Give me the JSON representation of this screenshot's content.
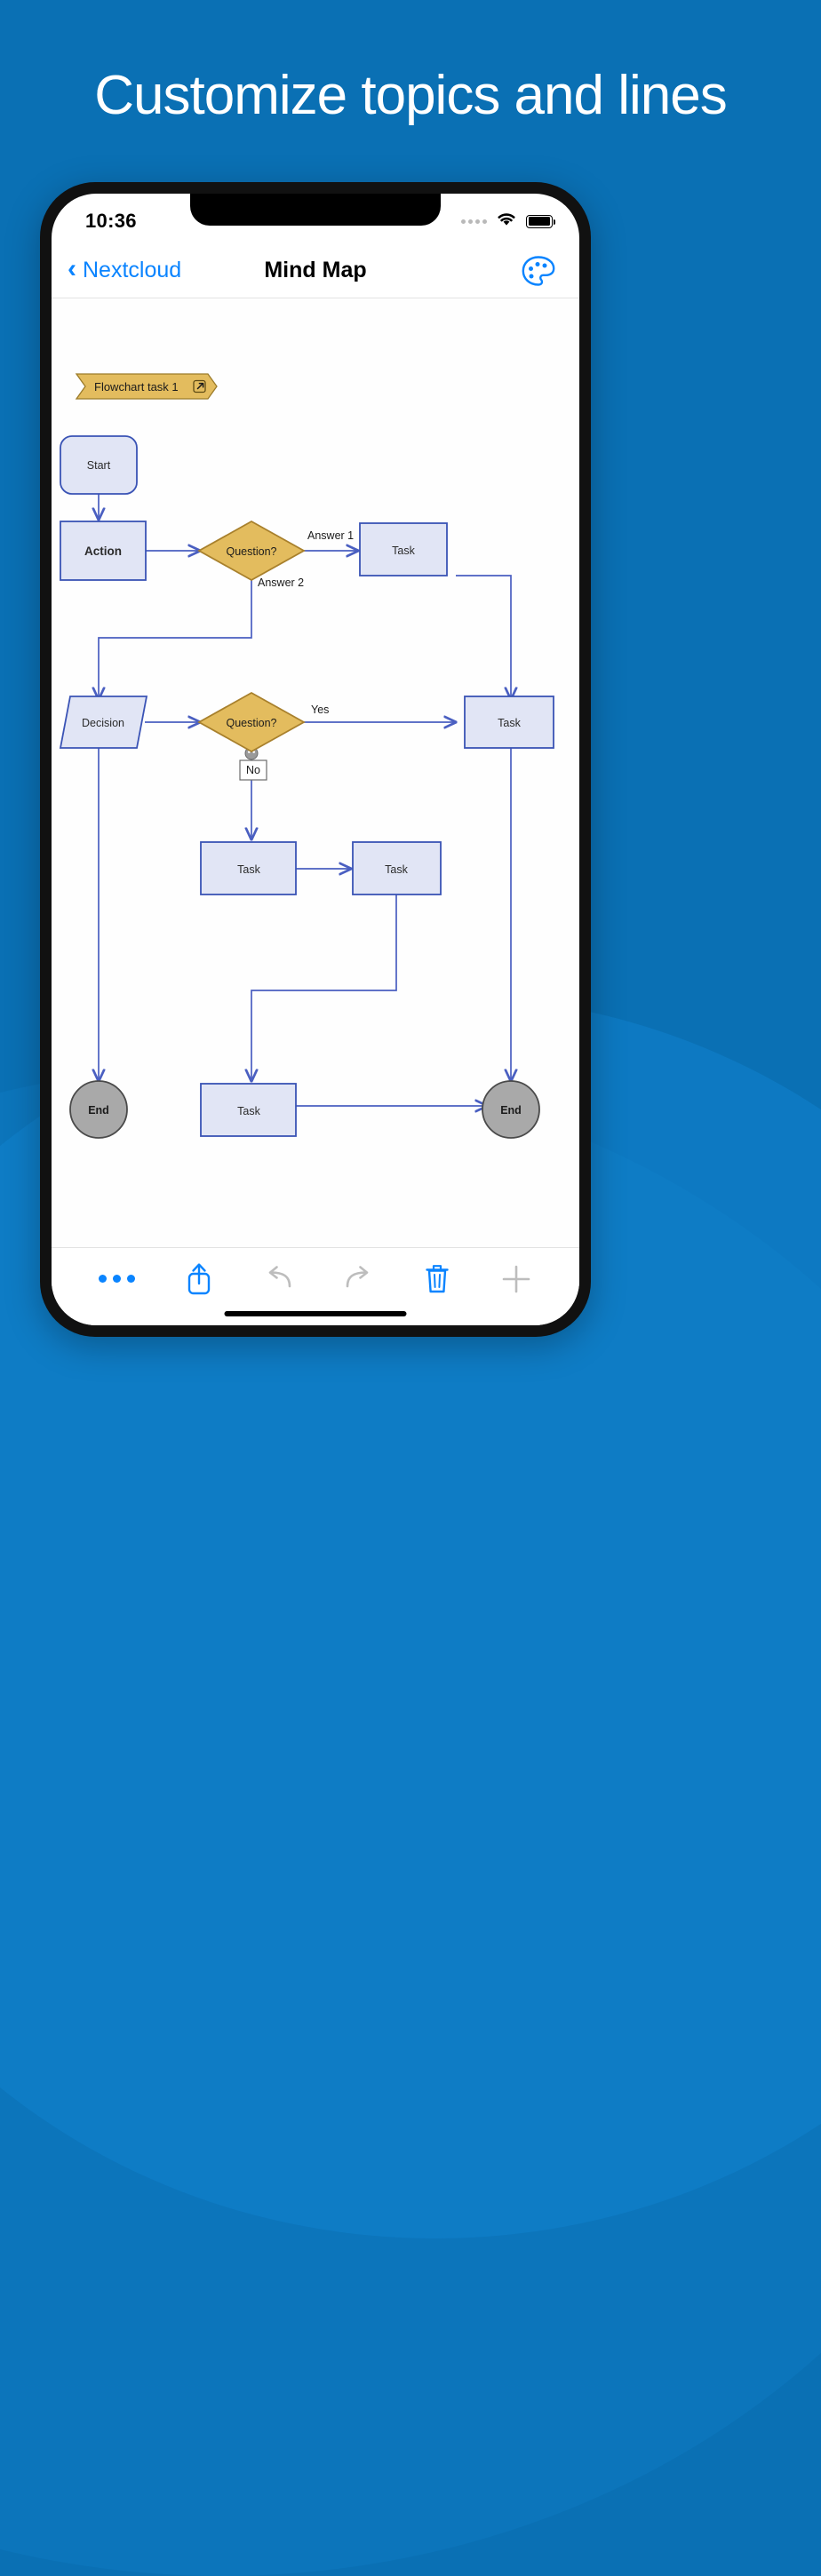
{
  "promo": {
    "headline": "Customize topics and lines",
    "background_color": "#0a70b4"
  },
  "status_bar": {
    "time": "10:36",
    "wifi_icon": "wifi-icon",
    "battery_icon": "battery-icon",
    "signal_icon": "signal-dots-icon"
  },
  "nav_bar": {
    "back_label": "Nextcloud",
    "back_icon": "chevron-left-icon",
    "title": "Mind Map",
    "palette_icon": "color-palette-icon",
    "accent_color": "#0a84ff"
  },
  "tag": {
    "label": "Flowchart task 1",
    "link_icon": "external-link-icon",
    "fill": "#e3bc5e",
    "stroke": "#9b7b2a"
  },
  "toolbar": {
    "more_label": "more-options",
    "share_label": "share",
    "undo_label": "undo",
    "redo_label": "redo",
    "delete_label": "delete",
    "add_label": "add",
    "enabled_color": "#0a84ff",
    "disabled_color": "#bdbdbd"
  },
  "chart_data": {
    "type": "diagram",
    "title": "Flowchart task 1",
    "style": {
      "node_fill": "#e1e5f5",
      "node_stroke": "#3a53b5",
      "decision_fill": "#e3bc5e",
      "decision_stroke": "#a8802c",
      "terminator_fill": "#a9a9a9",
      "terminator_stroke": "#4a4a4a",
      "line_color": "#4a5fc1"
    },
    "nodes": [
      {
        "id": "start",
        "label": "Start",
        "shape": "rounded-rect",
        "bold": false
      },
      {
        "id": "action",
        "label": "Action",
        "shape": "rect",
        "bold": true
      },
      {
        "id": "q1",
        "label": "Question?",
        "shape": "diamond",
        "bold": false
      },
      {
        "id": "task1",
        "label": "Task",
        "shape": "rect",
        "bold": false
      },
      {
        "id": "decision",
        "label": "Decision",
        "shape": "parallelogram",
        "bold": false
      },
      {
        "id": "q2",
        "label": "Question?",
        "shape": "diamond",
        "bold": false
      },
      {
        "id": "task2",
        "label": "Task",
        "shape": "rect",
        "bold": false
      },
      {
        "id": "task3",
        "label": "Task",
        "shape": "rect",
        "bold": false
      },
      {
        "id": "task4",
        "label": "Task",
        "shape": "rect",
        "bold": false
      },
      {
        "id": "task5",
        "label": "Task",
        "shape": "rect",
        "bold": false
      },
      {
        "id": "end1",
        "label": "End",
        "shape": "circle",
        "bold": true
      },
      {
        "id": "end2",
        "label": "End",
        "shape": "circle",
        "bold": true
      }
    ],
    "edge_labels": [
      {
        "id": "answer1",
        "text": "Answer 1"
      },
      {
        "id": "answer2",
        "text": "Answer 2"
      },
      {
        "id": "yes",
        "text": "Yes"
      },
      {
        "id": "no",
        "text": "No"
      }
    ],
    "edges": [
      {
        "from": "start",
        "to": "action",
        "label": ""
      },
      {
        "from": "action",
        "to": "q1",
        "label": ""
      },
      {
        "from": "q1",
        "to": "task1",
        "label": "Answer 1"
      },
      {
        "from": "q1",
        "to": "decision",
        "label": "Answer 2"
      },
      {
        "from": "decision",
        "to": "q2",
        "label": ""
      },
      {
        "from": "q2",
        "to": "task2",
        "label": "Yes"
      },
      {
        "from": "q2",
        "to": "task3",
        "label": "No"
      },
      {
        "from": "task3",
        "to": "task4",
        "label": ""
      },
      {
        "from": "task1",
        "to": "task2",
        "label": ""
      },
      {
        "from": "decision",
        "to": "end1",
        "label": ""
      },
      {
        "from": "task4",
        "to": "task5",
        "label": ""
      },
      {
        "from": "task5",
        "to": "end2",
        "label": ""
      },
      {
        "from": "task2",
        "to": "end2",
        "label": ""
      }
    ]
  }
}
